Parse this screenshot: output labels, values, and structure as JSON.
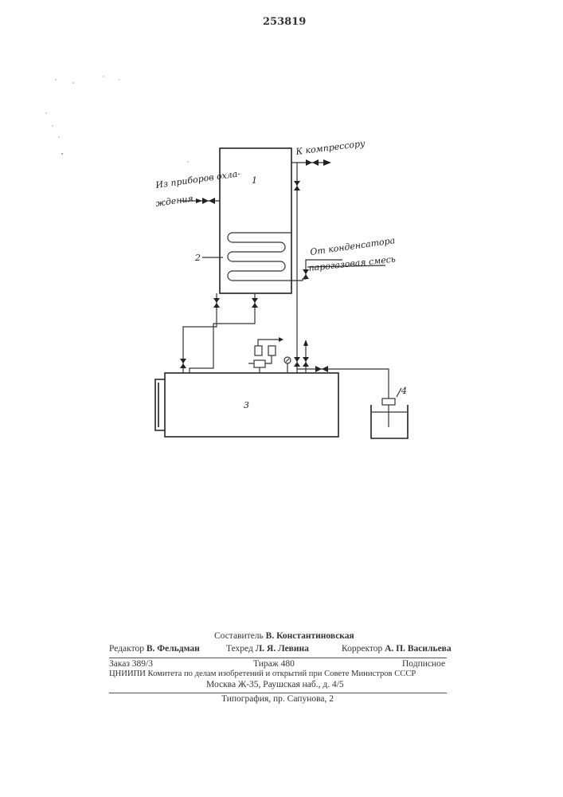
{
  "patent_number": "253819",
  "diagram": {
    "labels": {
      "compressor": "К компрессору",
      "from_cooling_line1": "Из приборов охла-",
      "from_cooling_line2": "ждения",
      "from_condenser": "От конденсатора",
      "vapor_gas_mix": "парогазовая смесь",
      "num_1": "1",
      "num_2": "2",
      "num_3": "3",
      "num_4": "4"
    }
  },
  "colophon": {
    "compiler_label": "Составитель",
    "compiler_name": "В. Константиновская",
    "editor_label": "Редактор",
    "editor_name": "В. Фельдман",
    "techred_label": "Техред",
    "techred_name": "Л. Я. Левина",
    "corrector_label": "Корректор",
    "corrector_name": "А. П. Васильева",
    "order": "Заказ 389/3",
    "print_run": "Тираж 480",
    "subscription": "Подписное",
    "institute": "ЦНИИПИ Комитета по делам изобретений и открытий при Совете Министров СССР",
    "address": "Москва Ж-35, Раушская наб., д. 4/5",
    "printing": "Типография, пр. Сапунова, 2"
  }
}
